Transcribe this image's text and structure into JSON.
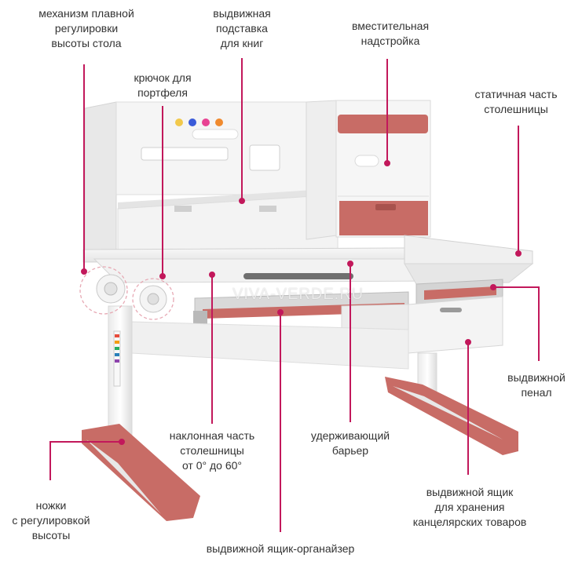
{
  "colors": {
    "accent": "#c86c66",
    "leader": "#c2185b",
    "desk": "#f1f1f1",
    "desk_edge": "#d9d9d9"
  },
  "labels": {
    "height_mechanism": "механизм плавной\nрегулировки\nвысоты стола",
    "book_stand": "выдвижная\nподставка\nдля книг",
    "hutch": "вместительная\nнадстройка",
    "bag_hook": "крючок для\nпортфеля",
    "static_top": "статичная часть\nстолешницы",
    "pencil_drawer": "выдвижной\nпенал",
    "tilt_top": "наклонная часть\nстолешницы\nот 0° до 60°",
    "barrier": "удерживающий\nбарьер",
    "storage_drawer": "выдвижной ящик\nдля хранения\nканцелярских товаров",
    "legs": "ножки\nс регулировкой\nвысоты",
    "organizer_drawer": "выдвижной ящик-органайзер"
  },
  "watermark": "VIVA-VERDE.RU",
  "icons": [
    "desk-illustration",
    "hook-knob-icon",
    "height-crank-icon"
  ]
}
